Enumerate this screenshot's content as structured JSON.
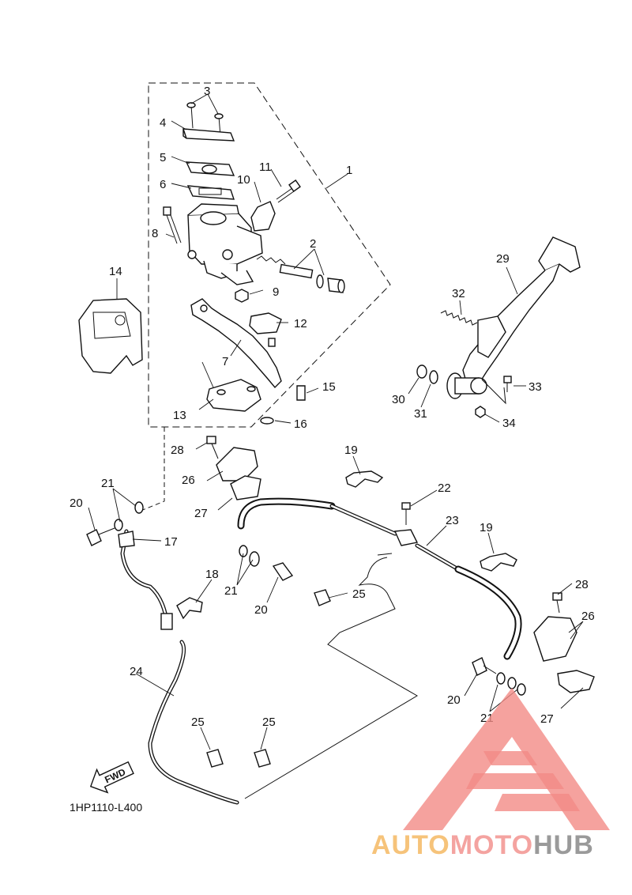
{
  "diagram": {
    "code": "1HP1110-L400",
    "fwd_label": "FWD",
    "callouts": [
      "1",
      "2",
      "3",
      "4",
      "5",
      "6",
      "7",
      "8",
      "9",
      "10",
      "11",
      "12",
      "13",
      "14",
      "15",
      "16",
      "17",
      "18",
      "19",
      "19",
      "20",
      "20",
      "20",
      "21",
      "21",
      "21",
      "22",
      "23",
      "24",
      "25",
      "25",
      "25",
      "26",
      "26",
      "27",
      "27",
      "28",
      "28",
      "29",
      "30",
      "31",
      "32",
      "33",
      "34"
    ]
  },
  "watermark": {
    "auto": "AUTO",
    "moto": "MOTO",
    "hub": "HUB",
    "colors": {
      "auto": "#f6c37a",
      "moto": "#f4a3a0",
      "hub": "#9a9a9a",
      "logo": "#f28b86"
    }
  }
}
